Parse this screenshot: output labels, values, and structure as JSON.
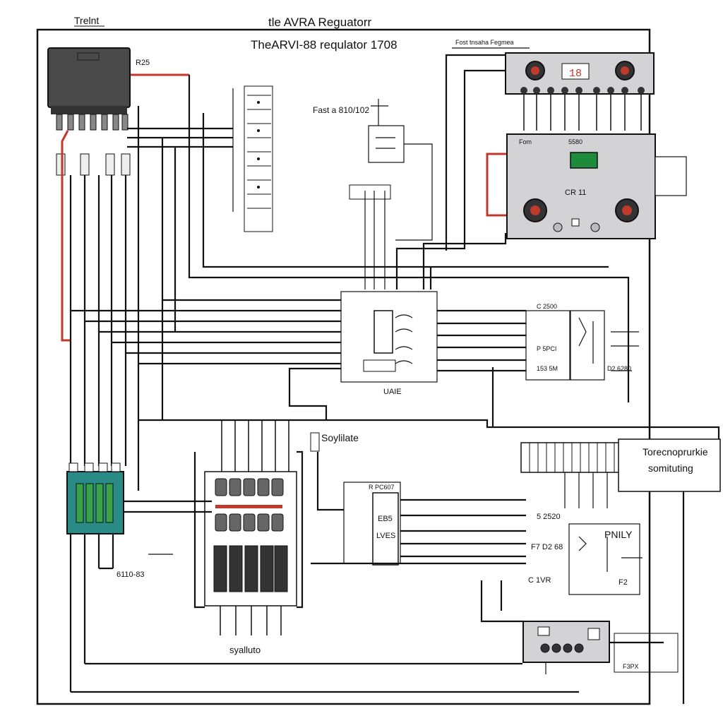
{
  "header": {
    "corner_label": "Trelnt",
    "title_line1": "tle AVRA Reguatorr",
    "title_line2": "TheARVI-88 requlator 1708"
  },
  "labels": {
    "relay_top": "R25",
    "test_block": "Fast a 810/102",
    "unit_top_header": "Fost tnsaha Fegmea",
    "unit_top_display": "18",
    "unit_mid_name": "Fom",
    "unit_mid_code": "5580",
    "unit_mid_sub": "CR 11",
    "relay_center": "UAIE",
    "soylilate": "Soylilate",
    "right_box_line1": "Torecnoprurkie",
    "right_box_line2": "somituting",
    "left_bank_value": "6110-83",
    "bottom_stack": "syalluto",
    "bottom_right": "F3PX",
    "mid_box_top": "R PC607",
    "mid_box_a": "EB5",
    "mid_box_b": "LVES",
    "r_num_1": "5 2520",
    "r_num_2": "F7 D2 68",
    "r_num_3": "C 1VR",
    "r_num_4": "PNILY",
    "r_num_5": "F2",
    "right_relay_a": "C 2500",
    "right_relay_b": "P 5PCI",
    "right_relay_c": "153 5M",
    "right_relay_d": "D2 6280"
  },
  "colors": {
    "wire": "#111111",
    "power_wire": "#c0392b",
    "module_dark": "#4a4a4a",
    "panel_grey": "#d3d3d5",
    "display_red": "#c0392b",
    "display_green": "#1e8a3c",
    "teal_module": "#2a8a86"
  },
  "icons": {
    "relay_module": "relay-module-icon",
    "control_panel": "control-panel-icon",
    "terminal_block": "terminal-block-icon",
    "rectifier_bank": "rectifier-bank-icon",
    "connector_box": "connector-box-icon"
  }
}
